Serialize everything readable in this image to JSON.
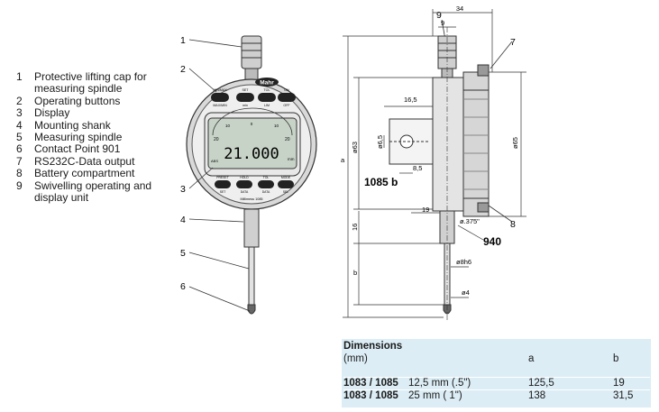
{
  "legend": [
    {
      "num": "1",
      "text": "Protective lifting cap for measuring spindle"
    },
    {
      "num": "2",
      "text": "Operating buttons"
    },
    {
      "num": "3",
      "text": "Display"
    },
    {
      "num": "4",
      "text": "Mounting shank"
    },
    {
      "num": "5",
      "text": "Measuring spindle"
    },
    {
      "num": "6",
      "text": "Contact Point 901"
    },
    {
      "num": "7",
      "text": "RS232C-Data output"
    },
    {
      "num": "8",
      "text": "Battery compartment"
    },
    {
      "num": "9",
      "text": "Swivelling operating and display unit"
    }
  ],
  "callouts": [
    "1",
    "2",
    "3",
    "4",
    "5",
    "6",
    "7",
    "8",
    "9"
  ],
  "gauge": {
    "brand": "Mahr",
    "reading": "21.000",
    "scale_left": "20",
    "scale_right": "20",
    "scale_mid_left": "10",
    "scale_mid_right": "10",
    "scale_zero": "0",
    "unit": "mm",
    "abs_label": "ABS",
    "model": "Millimess 1085",
    "top_buttons": [
      {
        "top": "MIN/MAX",
        "bottom": "MAX/MIN"
      },
      {
        "top": "SET",
        "bottom": "min"
      },
      {
        "top": "TOL",
        "bottom": "LIM"
      },
      {
        "top": "ON",
        "bottom": "OFF"
      }
    ],
    "bottom_buttons": [
      {
        "top": "PRESET",
        "bottom": "SET"
      },
      {
        "top": "HOLD",
        "bottom": "DATA"
      },
      {
        "top": "TOL",
        "bottom": "DATA"
      },
      {
        "top": "MODE",
        "bottom": "SEL"
      }
    ]
  },
  "dimensions_drawing": {
    "d34": "34",
    "d9": "9",
    "d16_5": "16,5",
    "phi6_5": "ø6,5",
    "phi63": "ø63",
    "phi65": "ø65",
    "d8_5": "8,5",
    "d19": "19",
    "phi375": "ø.375\"",
    "d16": "16",
    "phi8h6": "ø8h6",
    "phi4": "ø4",
    "a": "a",
    "b": "b",
    "label_1085b": "1085 b",
    "label_940": "940"
  },
  "table": {
    "title": "Dimensions",
    "unit": "(mm)",
    "col_a": "a",
    "col_b": "b",
    "rows": [
      {
        "model": "1083 / 1085",
        "stroke": "12,5 mm (.5\")",
        "a": "125,5",
        "b": "19"
      },
      {
        "model": "1083 / 1085",
        "stroke": "25 mm ( 1\")",
        "a": "138",
        "b": "31,5"
      }
    ]
  }
}
